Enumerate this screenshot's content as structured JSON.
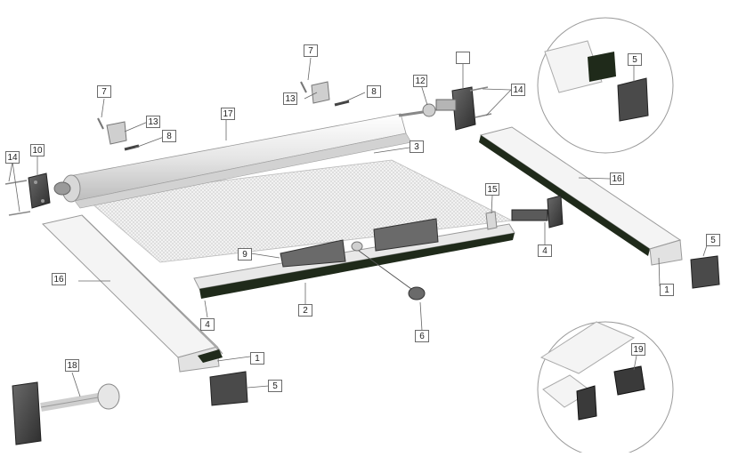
{
  "parts": {
    "p1a": "1",
    "p1b": "1",
    "p2": "2",
    "p3": "3",
    "p4a": "4",
    "p4b": "4",
    "p5a": "5",
    "p5b": "5",
    "p5c": "5",
    "p6": "6",
    "p7a": "7",
    "p7b": "7",
    "p8a": "8",
    "p8b": "8",
    "p9": "9",
    "p10": "10",
    "p12": "12",
    "p13a": "13",
    "p13b": "13",
    "p14a": "14",
    "p14b": "14",
    "p15": "15",
    "p16a": "16",
    "p16b": "16",
    "p17": "17",
    "p18": "18",
    "p19": "19",
    "blank": ""
  },
  "colors": {
    "profile_fill": "#ececec",
    "profile_edge": "#9a9a9a",
    "dark_part": "#4a4a4a",
    "seal": "#1f2a1a",
    "mesh": "#e3e3e3",
    "leader": "#666666"
  }
}
